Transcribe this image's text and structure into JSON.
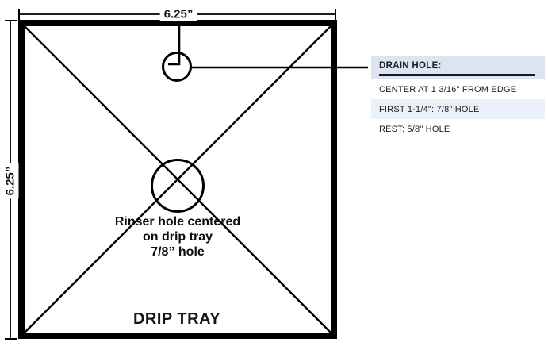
{
  "colors": {
    "line": "#000000",
    "callout_header_bg": "#dce3f1",
    "callout_alt_row_bg": "#eaf1f9",
    "text": "#111111"
  },
  "dimensions": {
    "width_label": "6.25”",
    "height_label": "6.25”"
  },
  "tray": {
    "title": "DRIP TRAY",
    "rinser_note": {
      "line1": "Rinser hole centered",
      "line2": "on drip tray",
      "line3": "7/8” hole"
    }
  },
  "drain_callout": {
    "header": "DRAIN HOLE:",
    "rows": [
      "CENTER AT 1 3/16\" FROM EDGE",
      "FIRST 1-1/4\": 7/8\" HOLE",
      "REST: 5/8\" HOLE"
    ]
  }
}
